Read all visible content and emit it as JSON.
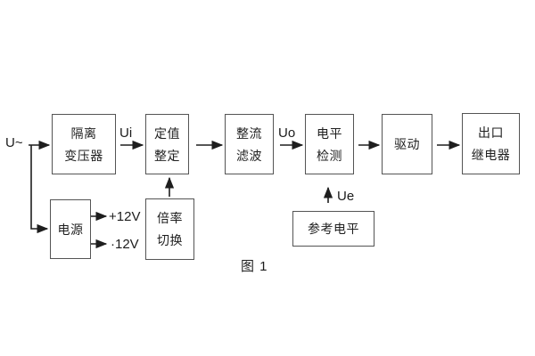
{
  "page": {
    "background": "#ffffff"
  },
  "colors": {
    "line": "#1e1e1e",
    "box_border": "#545454",
    "text": "#1f1f1f"
  },
  "diagram": {
    "caption": "图 1",
    "input_label": "U~",
    "labels": {
      "ui": "Ui",
      "uo": "Uo",
      "ue": "Ue",
      "plus12": "+12V",
      "minus12": "·12V"
    },
    "blocks": {
      "isolation_transformer": {
        "line1": "隔离",
        "line2": "变压器"
      },
      "value_setting": {
        "line1": "定值",
        "line2": "整定"
      },
      "rectify_filter": {
        "line1": "整流",
        "line2": "滤波"
      },
      "level_detect": {
        "line1": "电平",
        "line2": "检测"
      },
      "drive": {
        "label": "驱动"
      },
      "outlet_relay": {
        "line1": "出口",
        "line2": "继电器"
      },
      "power": {
        "label": "电源"
      },
      "ratio_switch": {
        "line1": "倍率",
        "line2": "切换"
      },
      "reference_level": {
        "label": "参考电平"
      }
    }
  }
}
